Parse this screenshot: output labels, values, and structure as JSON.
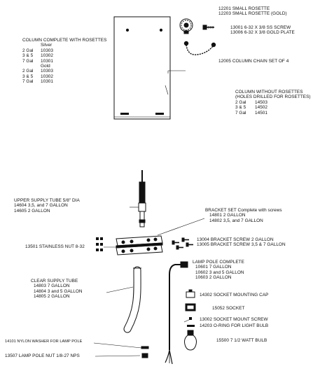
{
  "rosette": {
    "small_label": "12201  SMALL ROSETTE",
    "small_gold_label": "12203  SMALL ROSETTE (GOLD)"
  },
  "screws": {
    "ss_label": "13001  6-32 X 3/8 SS SCREW",
    "gold_label": "13006  6-32 X 3/8 GOLD PLATE"
  },
  "chain": {
    "label": "12005  COLUMN CHAIN SET OF 4"
  },
  "column_with_rosettes": {
    "heading": "COLUMN COMPLETE WITH ROSETTES",
    "silver_heading": "Silver",
    "silver_rows": [
      {
        "size": "2 Gal",
        "part": "10303"
      },
      {
        "size": "3 & 5",
        "part": "10302"
      },
      {
        "size": "7 Gal",
        "part": "10301"
      }
    ],
    "gold_heading": "Gold",
    "gold_rows": [
      {
        "size": "2 Gal",
        "part": "10303"
      },
      {
        "size": "3 & 5",
        "part": "10302"
      },
      {
        "size": "7 Gal",
        "part": "10301"
      }
    ]
  },
  "column_without_rosettes": {
    "heading_line1": "COLUMN WITHOUT ROSETTES",
    "heading_line2": "(HOLES DRILLED FOR ROSETTES)",
    "rows": [
      {
        "size": "2 Gal",
        "part": "14503"
      },
      {
        "size": "3 & 5",
        "part": "14502"
      },
      {
        "size": "7 Gal",
        "part": "14501"
      }
    ]
  },
  "upper_tube": {
    "heading": "UPPER SUPPLY TUBE 5/8\" DIA",
    "line1": "14604  3,5, and 7 GALLON",
    "line2": "14605  2 GALLON"
  },
  "stainless_nut": {
    "label": "13501  STAINLESS NUT 8-32"
  },
  "bracket_set": {
    "heading": "BRACKET SET Complete with screws",
    "line1": "14801  2 GALLON",
    "line2": "14802  3,5, and 7 GALLON"
  },
  "bracket_screw": {
    "line1": "13004  BRACKET SCREW  2 GALLON",
    "line2": "13005  BRACKET SCREW  3,5 & 7 GALLON"
  },
  "lamp_pole": {
    "heading": "LAMP POLE COMPLETE",
    "line1": "10601  7 GALLON",
    "line2": "10602  3 and 5 GALLON",
    "line3": "10603  2 GALLON"
  },
  "clear_tube": {
    "heading": "CLEAR SUPPLY TUBE",
    "line1": "14803  7 GALLON",
    "line2": "14804  3 and 5 GALLON",
    "line3": "14805  2 GALLON"
  },
  "socket_cap": {
    "label": "14302  SOCKET MOUNTING CAP"
  },
  "socket": {
    "label": "15052  SOCKET"
  },
  "socket_screw": {
    "label": "13002  SOCKET MOUNT SCREW"
  },
  "oring": {
    "label": "14203  O-RING FOR LIGHT BULB"
  },
  "bulb": {
    "label": "15500  7 1/2 WATT BULB"
  },
  "nylon_washer": {
    "label": "14101  NYLON WASHER FOR LAMP POLE"
  },
  "lamp_nut": {
    "label": "13507  LAMP POLE NUT 1/8-27 NPS"
  }
}
